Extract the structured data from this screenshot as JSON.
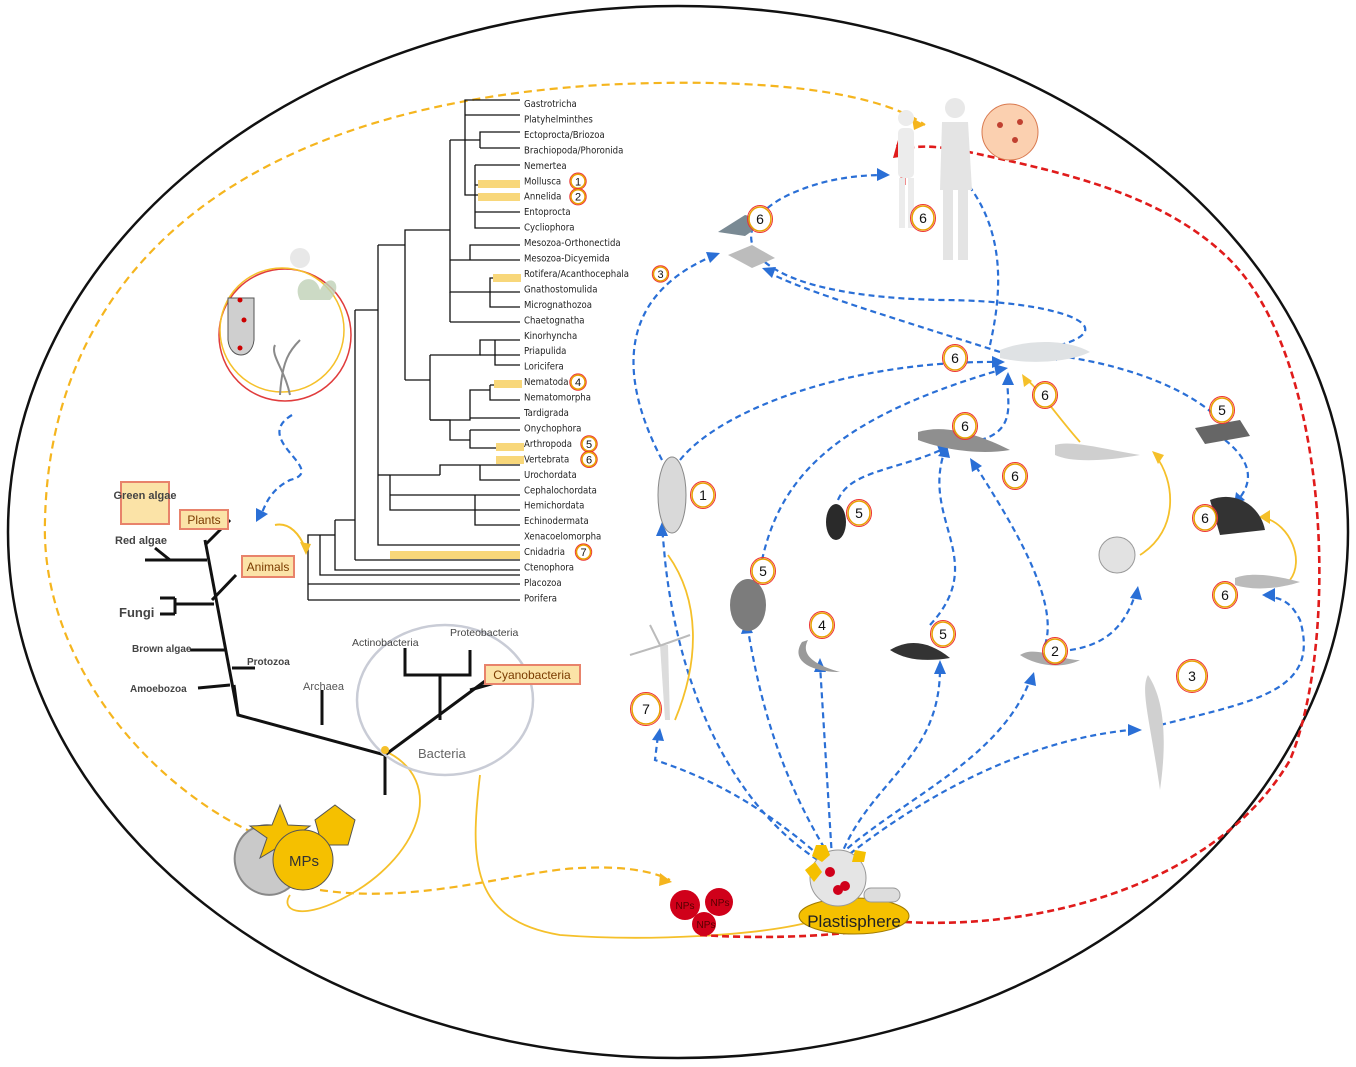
{
  "phyla": [
    "Gastrotricha",
    "Platyhelminthes",
    "Ectoprocta/Briozoa",
    "Brachiopoda/Phoronida",
    "Nemertea",
    "Mollusca",
    "Annelida",
    "Entoprocta",
    "Cycliophora",
    "Mesozoa-Orthonectida",
    "Mesozoa-Dicyemida",
    "Rotifera/Acanthocephala",
    "Gnathostomulida",
    "Micrognathozoa",
    "Chaetognatha",
    "Kinorhyncha",
    "Priapulida",
    "Loricifera",
    "Nematoda",
    "Nematomorpha",
    "Tardigrada",
    "Onychophora",
    "Arthropoda",
    "Vertebrata",
    "Urochordata",
    "Cephalochordata",
    "Hemichordata",
    "Echinodermata",
    "Xenacoelomorpha",
    "Cnidadria",
    "Ctenophora",
    "Placozoa",
    "Porifera"
  ],
  "phylum_markers": {
    "Mollusca": "1",
    "Annelida": "2",
    "Rotifera/Acanthocephala": "3",
    "Nematoda": "4",
    "Arthropoda": "5",
    "Vertebrata": "6",
    "Cnidadria": "7"
  },
  "tree_of_life": {
    "green_algae": "Green algae",
    "plants": "Plants",
    "animals": "Animals",
    "red_algae": "Red algae",
    "fungi": "Fungi",
    "brown_algae": "Brown algae",
    "protozoa": "Protozoa",
    "amoebozoa": "Amoebozoa",
    "archaea": "Archaea",
    "actinobacteria": "Actinobacteria",
    "proteobacteria": "Proteobacteria",
    "cyanobacteria": "Cyanobacteria",
    "bacteria": "Bacteria"
  },
  "particles": {
    "mps": "MPs",
    "nps": "NPs",
    "plastisphere": "Plastisphere"
  },
  "organism_numbers": {
    "human": "6",
    "birds": "6",
    "fish": "6",
    "fish_left": "6",
    "axolotl": "6",
    "axolotl_below": "6",
    "larva": "6",
    "mosquito": "5",
    "frog": "6",
    "tadpole": "6",
    "mollusc": "1",
    "copepod": "5",
    "beetle": "5",
    "nematode": "4",
    "amphipod": "5",
    "annelid": "2",
    "rotifer": "3",
    "hydra": "7"
  },
  "colors": {
    "blue": "#2a6fd6",
    "red": "#e01b1b",
    "yellow": "#f5b51e",
    "highlight": "#f8d77a"
  }
}
